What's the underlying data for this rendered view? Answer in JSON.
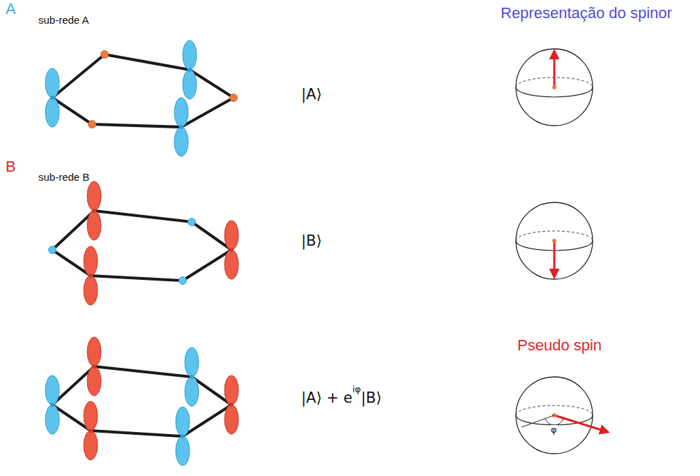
{
  "diagram": {
    "labels": [
      "A",
      "sub-rede A",
      "Representação do spinor",
      "|A⟩",
      "B",
      "sub-rede B",
      "|B⟩",
      "|A⟩ + e",
      "iφ",
      "|B⟩",
      "Pseudo spin",
      "φ"
    ]
  }
}
